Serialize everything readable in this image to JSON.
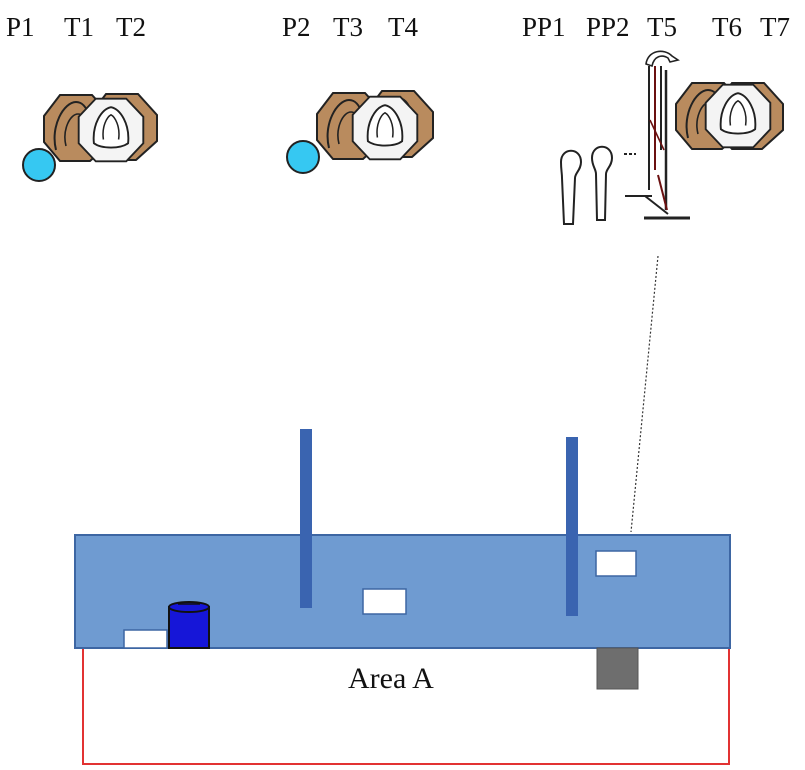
{
  "labels": {
    "p1": "P1",
    "t1": "T1",
    "t2": "T2",
    "p2": "P2",
    "t3": "T3",
    "t4": "T4",
    "pp1": "PP1",
    "pp2": "PP2",
    "t5": "T5",
    "t6": "T6",
    "t7": "T7"
  },
  "area_label": "Area A",
  "colors": {
    "table_fill": "#6f9bd1",
    "table_stroke": "#3d66a3",
    "pole": "#3a64b0",
    "tooth_brown": "#b98b5e",
    "tooth_white": "#f4f4f4",
    "sphere": "#36c8f2",
    "boundary": "#e23232",
    "cup": "#1616d8",
    "grey_block": "#6e6e6e"
  }
}
